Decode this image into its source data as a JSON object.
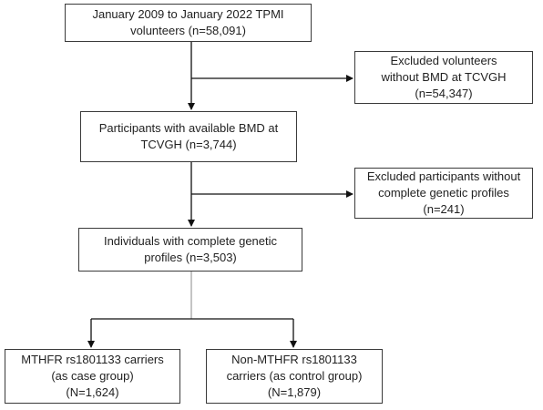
{
  "boxes": {
    "volunteers": {
      "lines": [
        "January 2009 to January 2022 TPMI",
        "volunteers (n=58,091)"
      ]
    },
    "excluded_no_bmd": {
      "lines": [
        "Excluded volunteers",
        "without BMD at TCVGH",
        "(n=54,347)"
      ]
    },
    "participants_bmd": {
      "lines": [
        "Participants with available BMD at",
        "TCVGH (n=3,744)"
      ]
    },
    "excluded_no_genetic": {
      "lines": [
        "Excluded participants without",
        "complete genetic profiles",
        "(n=241)"
      ]
    },
    "individuals_genetic": {
      "lines": [
        "Individuals with complete genetic",
        "profiles (n=3,503)"
      ]
    },
    "carriers": {
      "lines": [
        "MTHFR rs1801133 carriers",
        "(as case group)",
        "(N=1,624)"
      ]
    },
    "non_carriers": {
      "lines": [
        "Non-MTHFR rs1801133",
        "carriers (as control group)",
        "(N=1,879)"
      ]
    }
  }
}
